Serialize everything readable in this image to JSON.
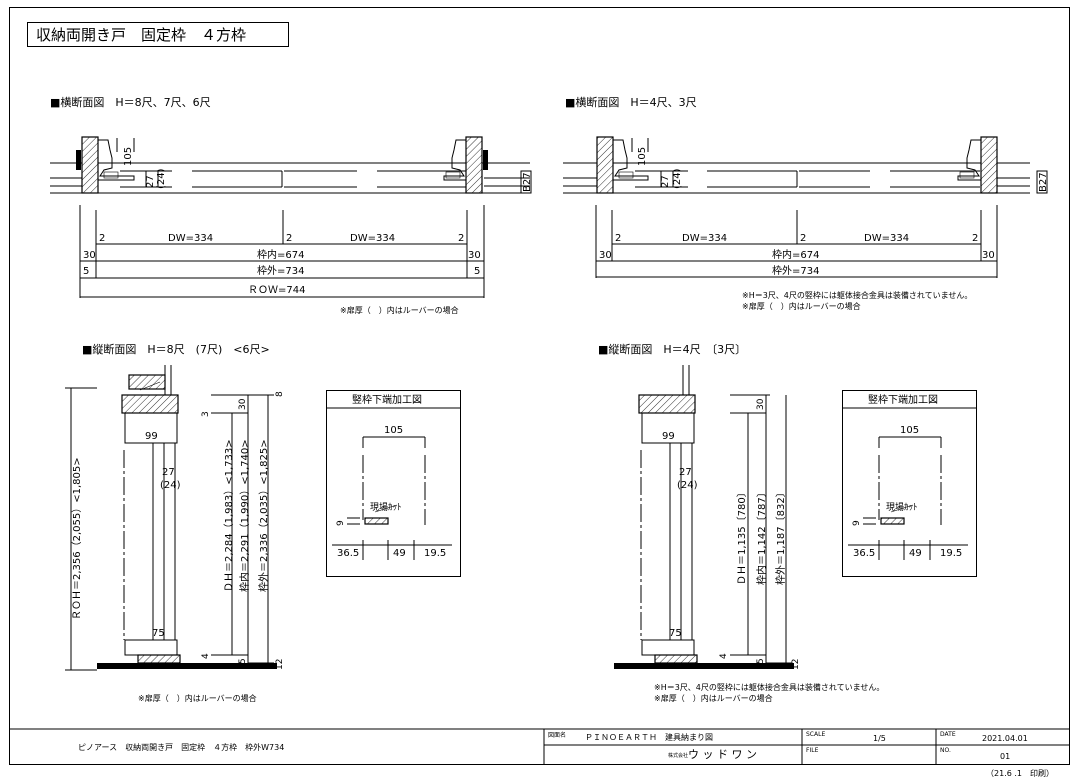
{
  "title": "収納両開き戸　固定枠　４方枠",
  "horizontal_left": {
    "heading": "■横断面図　H＝8尺、7尺、6尺",
    "dim_105": "105",
    "dim_27": "27",
    "dim_24": "(24)",
    "dim_b27": "B27",
    "dw_left": "DW=334",
    "dw_right": "DW=334",
    "gap_2": "2",
    "side_30": "30",
    "side_5": "5",
    "inner": "枠内=674",
    "outer": "枠外=734",
    "row": "ＲＯＷ=744",
    "note": "※扉厚（　）内はルーバーの場合"
  },
  "horizontal_right": {
    "heading": "■横断面図　H＝4尺、3尺",
    "dim_105": "105",
    "dim_27": "27",
    "dim_24": "(24)",
    "dim_b27": "B27",
    "dw_left": "DW=334",
    "dw_right": "DW=334",
    "gap_2": "2",
    "side_30": "30",
    "inner": "枠内=674",
    "outer": "枠外=734",
    "note1": "※H＝3尺、4尺の竪枠には躯体接合金具は装備されていません。",
    "note2": "※扉厚（　）内はルーバーの場合"
  },
  "vertical_left": {
    "heading": "■縦断面図　H＝8尺　(7尺)　<6尺>",
    "dim_8": "8",
    "dim_3": "3",
    "dim_30": "30",
    "dim_99": "99",
    "dim_27": "27",
    "dim_24": "(24)",
    "dim_75": "75",
    "dim_4": "4",
    "dim_5": "5",
    "dim_12": "12",
    "roh": "ＲＯＨ＝2,356（2,055）<1,805>",
    "dh": "ＤＨ＝2,284（1,983）<1,733>",
    "inner": "枠内＝2,291（1,990）<1,740>",
    "outer": "枠外＝2,336（2,035）<1,825>",
    "note": "※扉厚（　）内はルーバーの場合"
  },
  "vertical_right": {
    "heading": "■縦断面図　H＝4尺　〔3尺〕",
    "dim_30": "30",
    "dim_99": "99",
    "dim_27": "27",
    "dim_24": "(24)",
    "dim_75": "75",
    "dim_4": "4",
    "dim_5": "5",
    "dim_12": "12",
    "dh": "ＤＨ＝1,135〔780〕",
    "inner": "枠内＝1,142〔787〕",
    "outer": "枠外＝1,187〔832〕",
    "note1": "※H＝3尺、4尺の竪枠には躯体接合金具は装備されていません。",
    "note2": "※扉厚（　）内はルーバーの場合"
  },
  "detail_left": {
    "title": "竪枠下端加工図",
    "dim_105": "105",
    "dim_9": "9",
    "cut": "現場ｶｯﾄ",
    "d1": "36.5",
    "d2": "49",
    "d3": "19.5"
  },
  "detail_right": {
    "title": "竪枠下端加工図",
    "dim_105": "105",
    "dim_9": "9",
    "cut": "現場ｶｯﾄ",
    "d1": "36.5",
    "d2": "49",
    "d3": "19.5"
  },
  "footer": {
    "product": "ピノアース　収納両開き戸　固定枠　４方枠　枠外W734",
    "drawing_label": "図面名",
    "drawing_value": "ＰＩＮＯＥＡＲＴＨ　建具納まり図",
    "company_label": "株式会社",
    "company": "ウ ッ ド ワ ン",
    "scale_label": "SCALE",
    "scale_value": "1/5",
    "file_label": "FILE",
    "date_label": "DATE",
    "date_value": "2021.04.01",
    "no_label": "NO.",
    "no_value": "01",
    "print": "（21.6 .1　印刷）"
  }
}
